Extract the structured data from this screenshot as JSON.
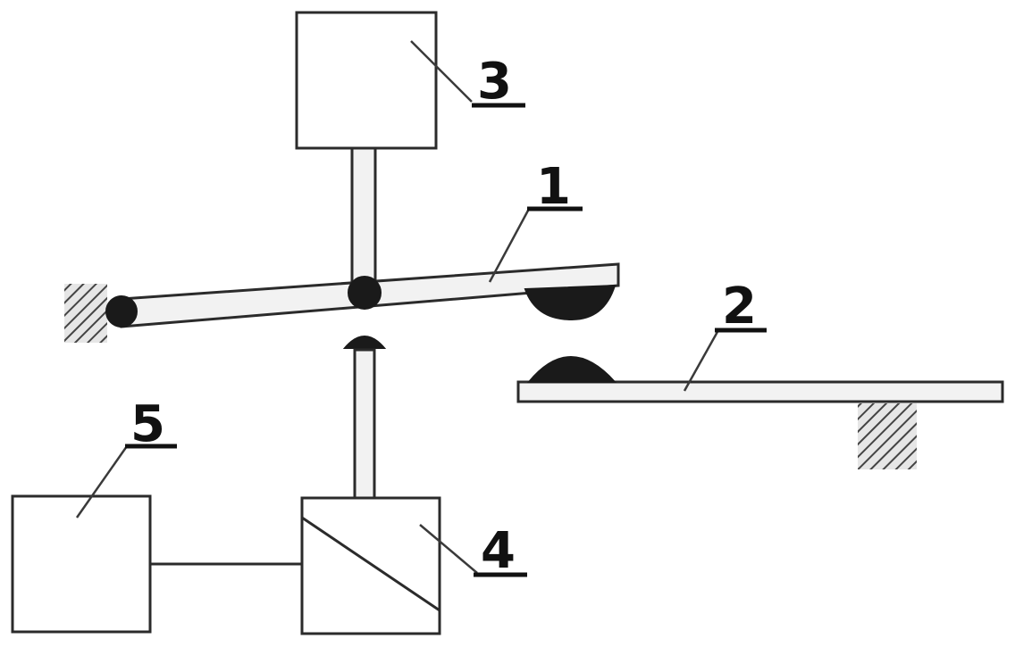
{
  "labels": {
    "lever": "1",
    "bar": "2",
    "actuator_top": "3",
    "actuator_bottom": "4",
    "controller": "5"
  }
}
